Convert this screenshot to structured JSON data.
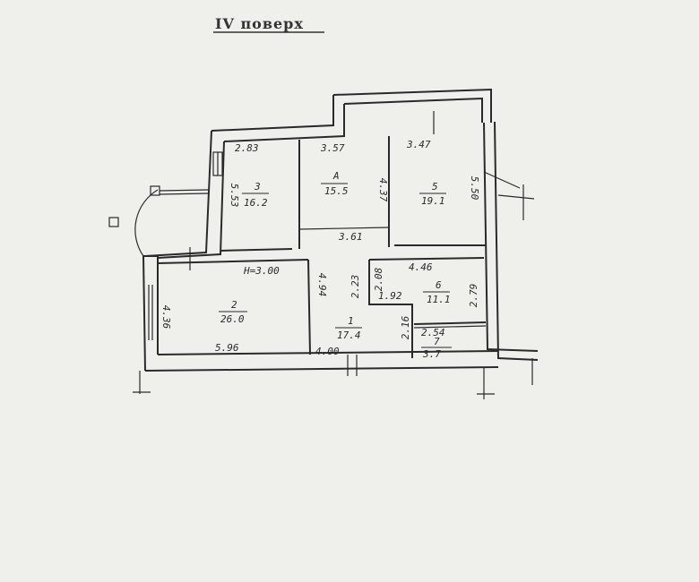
{
  "plan": {
    "title": "IV поверх",
    "height_note": "H=3.00",
    "rooms": [
      {
        "id": "1",
        "area": "17.4"
      },
      {
        "id": "2",
        "area": "26.0"
      },
      {
        "id": "3",
        "area": "16.2"
      },
      {
        "id": "A",
        "area": "15.5"
      },
      {
        "id": "5",
        "area": "19.1"
      },
      {
        "id": "6",
        "area": "11.1"
      },
      {
        "id": "7",
        "area": "3.7"
      }
    ],
    "dims": {
      "r3_top": "2.83",
      "r3_side": "5.53",
      "rA_top": "3.57",
      "rA_side": "4.37",
      "r5_top": "3.47",
      "r5_side": "5.50",
      "corr_top": "3.61",
      "r2_side": "4.36",
      "r2_bottom": "5.96",
      "r1_side": "4.94",
      "r1_bottom": "4.00",
      "r1_a": "2.23",
      "r1_b": "1.92",
      "r1_c": "2.08",
      "r1_d": "2.16",
      "r6_top": "4.46",
      "r6_side": "2.79",
      "r7_top": "2.54"
    }
  }
}
